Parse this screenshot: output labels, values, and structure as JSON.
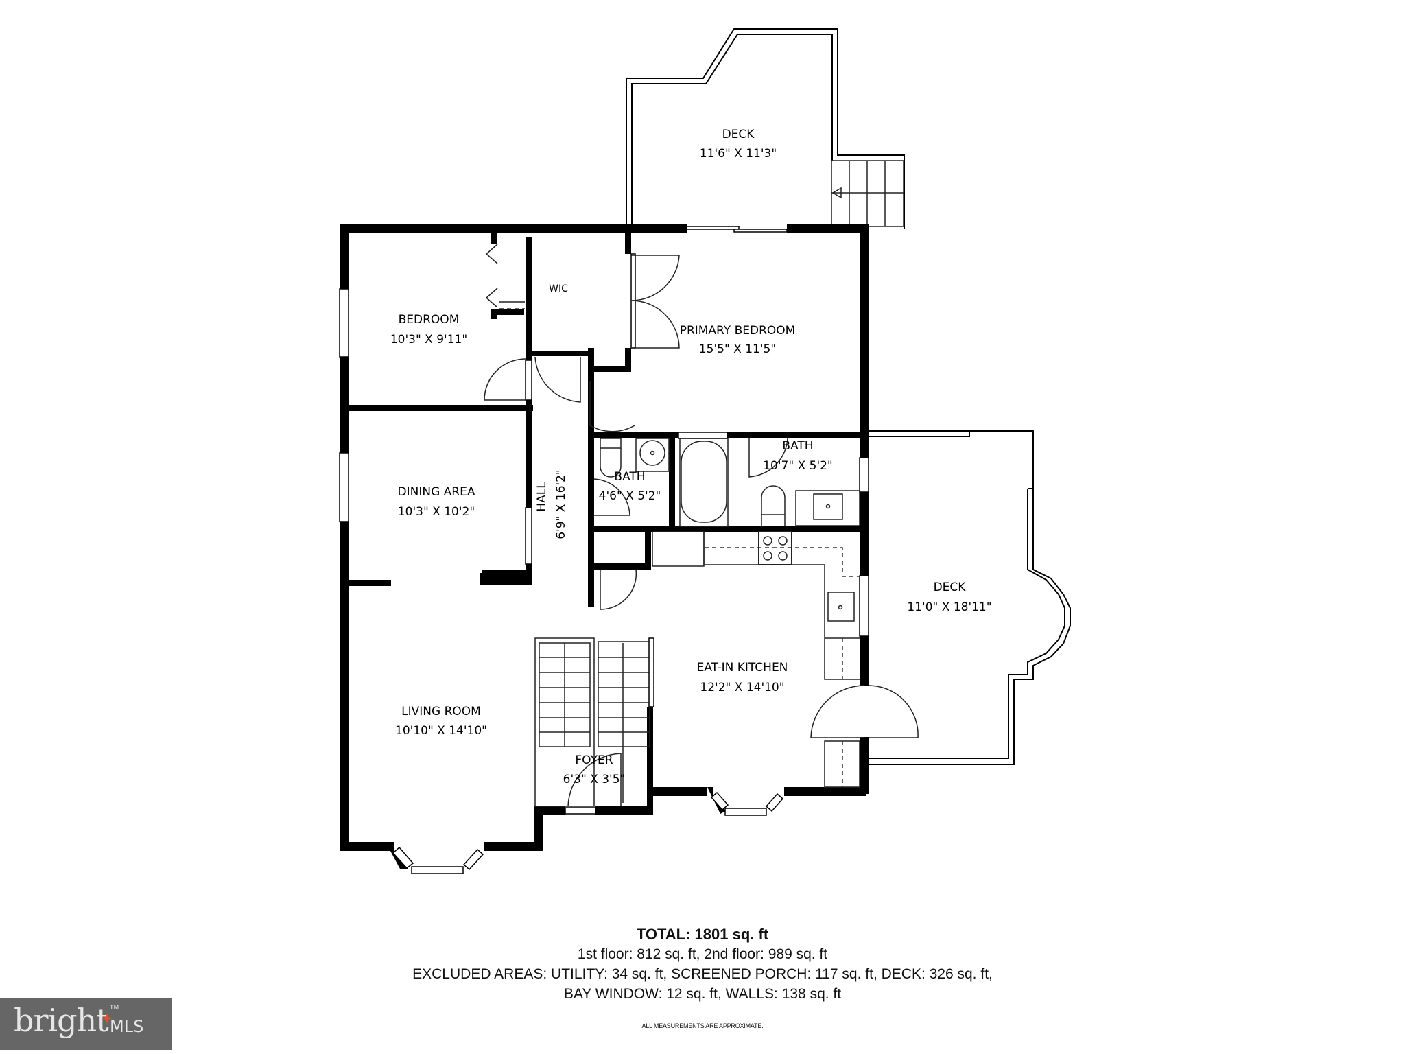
{
  "floorplan": {
    "rooms": [
      {
        "id": "deck-top",
        "name": "DECK",
        "dims": "11'6\" X 11'3\""
      },
      {
        "id": "bedroom",
        "name": "BEDROOM",
        "dims": "10'3\" X 9'11\""
      },
      {
        "id": "wic",
        "name": "WIC",
        "dims": ""
      },
      {
        "id": "primary-bedroom",
        "name": "PRIMARY BEDROOM",
        "dims": "15'5\" X 11'5\""
      },
      {
        "id": "bath-large",
        "name": "BATH",
        "dims": "10'7\" X 5'2\""
      },
      {
        "id": "bath-small",
        "name": "BATH",
        "dims": "4'6\" X 5'2\""
      },
      {
        "id": "dining-area",
        "name": "DINING AREA",
        "dims": "10'3\" X 10'2\""
      },
      {
        "id": "hall",
        "name": "HALL",
        "dims": "6'9\" X 16'2\""
      },
      {
        "id": "deck-right",
        "name": "DECK",
        "dims": "11'0\" X 18'11\""
      },
      {
        "id": "eat-in-kitchen",
        "name": "EAT-IN KITCHEN",
        "dims": "12'2\" X 14'10\""
      },
      {
        "id": "living-room",
        "name": "LIVING ROOM",
        "dims": "10'10\" X 14'10\""
      },
      {
        "id": "foyer",
        "name": "FOYER",
        "dims": "6'3\" X 3'5\""
      }
    ]
  },
  "summary": {
    "total": "TOTAL: 1801 sq. ft",
    "floors": "1st floor: 812 sq. ft, 2nd floor: 989 sq. ft",
    "excluded_line1": "EXCLUDED AREAS: UTILITY: 34 sq. ft, SCREENED PORCH: 117 sq. ft, DECK: 326 sq. ft,",
    "excluded_line2": "BAY WINDOW: 12 sq. ft, WALLS: 138 sq. ft",
    "disclaimer": "ALL MEASUREMENTS ARE APPROXIMATE."
  },
  "logo": {
    "word": "bright",
    "suffix": "MLS",
    "tm": "TM",
    "bg_color": "#666666",
    "accent_color": "#e0522a"
  }
}
